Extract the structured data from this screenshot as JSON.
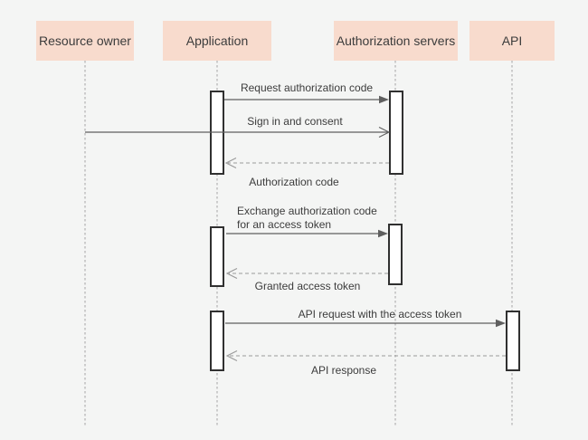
{
  "actors": [
    {
      "label": "Resource owner"
    },
    {
      "label": "Application"
    },
    {
      "label": "Authorization servers"
    },
    {
      "label": "API"
    }
  ],
  "messages": [
    {
      "label": "Request authorization code",
      "from": "Application",
      "to": "Authorization servers",
      "style": "solid-filled-arrow"
    },
    {
      "label": "Sign in and consent",
      "from": "Resource owner",
      "to": "Authorization servers",
      "style": "solid-open-arrow"
    },
    {
      "label": "Authorization code",
      "from": "Authorization servers",
      "to": "Application",
      "style": "dashed-return"
    },
    {
      "label_lines": [
        "Exchange authorization code",
        "for an access token"
      ],
      "from": "Application",
      "to": "Authorization servers",
      "style": "solid-filled-arrow"
    },
    {
      "label": "Granted access token",
      "from": "Authorization servers",
      "to": "Application",
      "style": "dashed-return"
    },
    {
      "label": "API request with the access token",
      "from": "Application",
      "to": "API",
      "style": "solid-filled-arrow"
    },
    {
      "label": "API response",
      "from": "API",
      "to": "Application",
      "style": "dashed-return"
    }
  ],
  "colors": {
    "canvas-bg": "#f4f5f4",
    "actor-bg": "#f8dbcd",
    "text": "#3c3c3c",
    "bar-fill": "#ffffff",
    "bar-border": "#303030",
    "solid-arrow": "#5f5f5f",
    "dashed-arrow": "#9a9a9a",
    "lifeline": "#a3a3a3"
  }
}
